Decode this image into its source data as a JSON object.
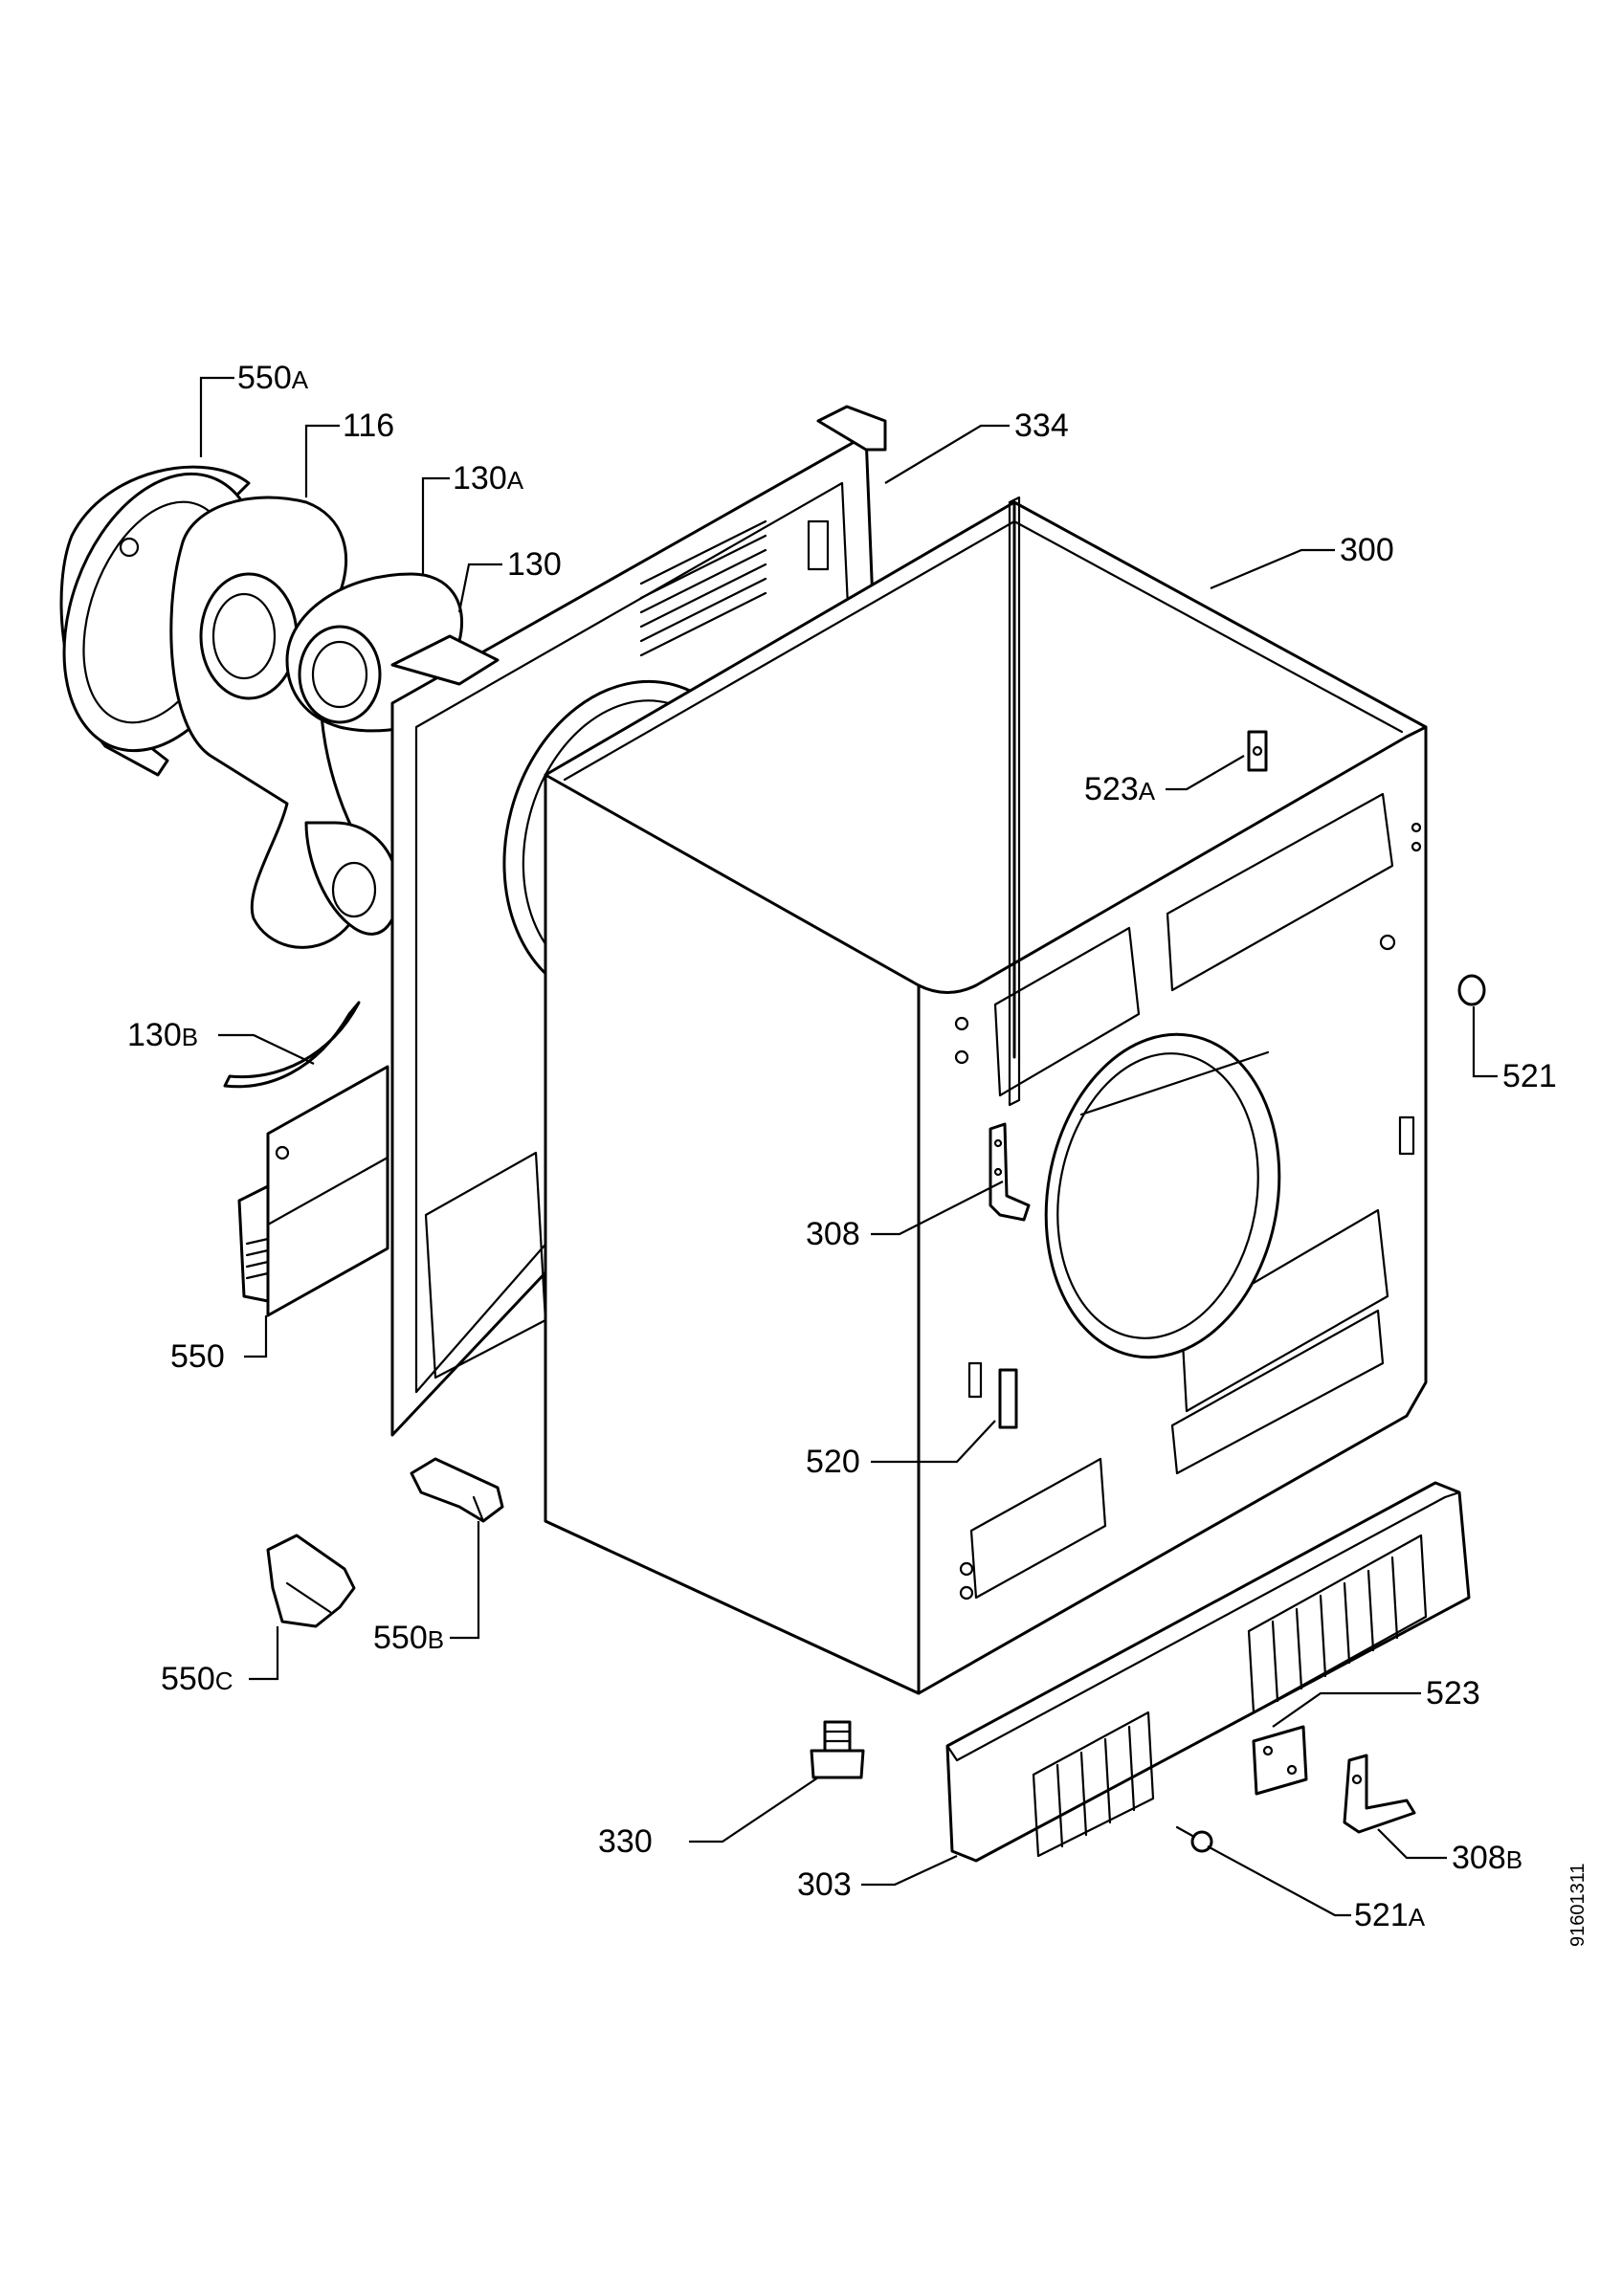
{
  "callouts": [
    {
      "id": "550a",
      "num": "550",
      "suffix": "A"
    },
    {
      "id": "116",
      "num": "116",
      "suffix": ""
    },
    {
      "id": "130a",
      "num": "130",
      "suffix": "A"
    },
    {
      "id": "130",
      "num": "130",
      "suffix": ""
    },
    {
      "id": "334",
      "num": "334",
      "suffix": ""
    },
    {
      "id": "300",
      "num": "300",
      "suffix": ""
    },
    {
      "id": "523a",
      "num": "523",
      "suffix": "A"
    },
    {
      "id": "521",
      "num": "521",
      "suffix": ""
    },
    {
      "id": "130b",
      "num": "130",
      "suffix": "B"
    },
    {
      "id": "308",
      "num": "308",
      "suffix": ""
    },
    {
      "id": "550",
      "num": "550",
      "suffix": ""
    },
    {
      "id": "520",
      "num": "520",
      "suffix": ""
    },
    {
      "id": "550b",
      "num": "550",
      "suffix": "B"
    },
    {
      "id": "550c",
      "num": "550",
      "suffix": "C"
    },
    {
      "id": "523",
      "num": "523",
      "suffix": ""
    },
    {
      "id": "330",
      "num": "330",
      "suffix": ""
    },
    {
      "id": "303",
      "num": "303",
      "suffix": ""
    },
    {
      "id": "308b",
      "num": "308",
      "suffix": "B"
    },
    {
      "id": "521a",
      "num": "521",
      "suffix": "A"
    }
  ],
  "document_number": "91601311"
}
